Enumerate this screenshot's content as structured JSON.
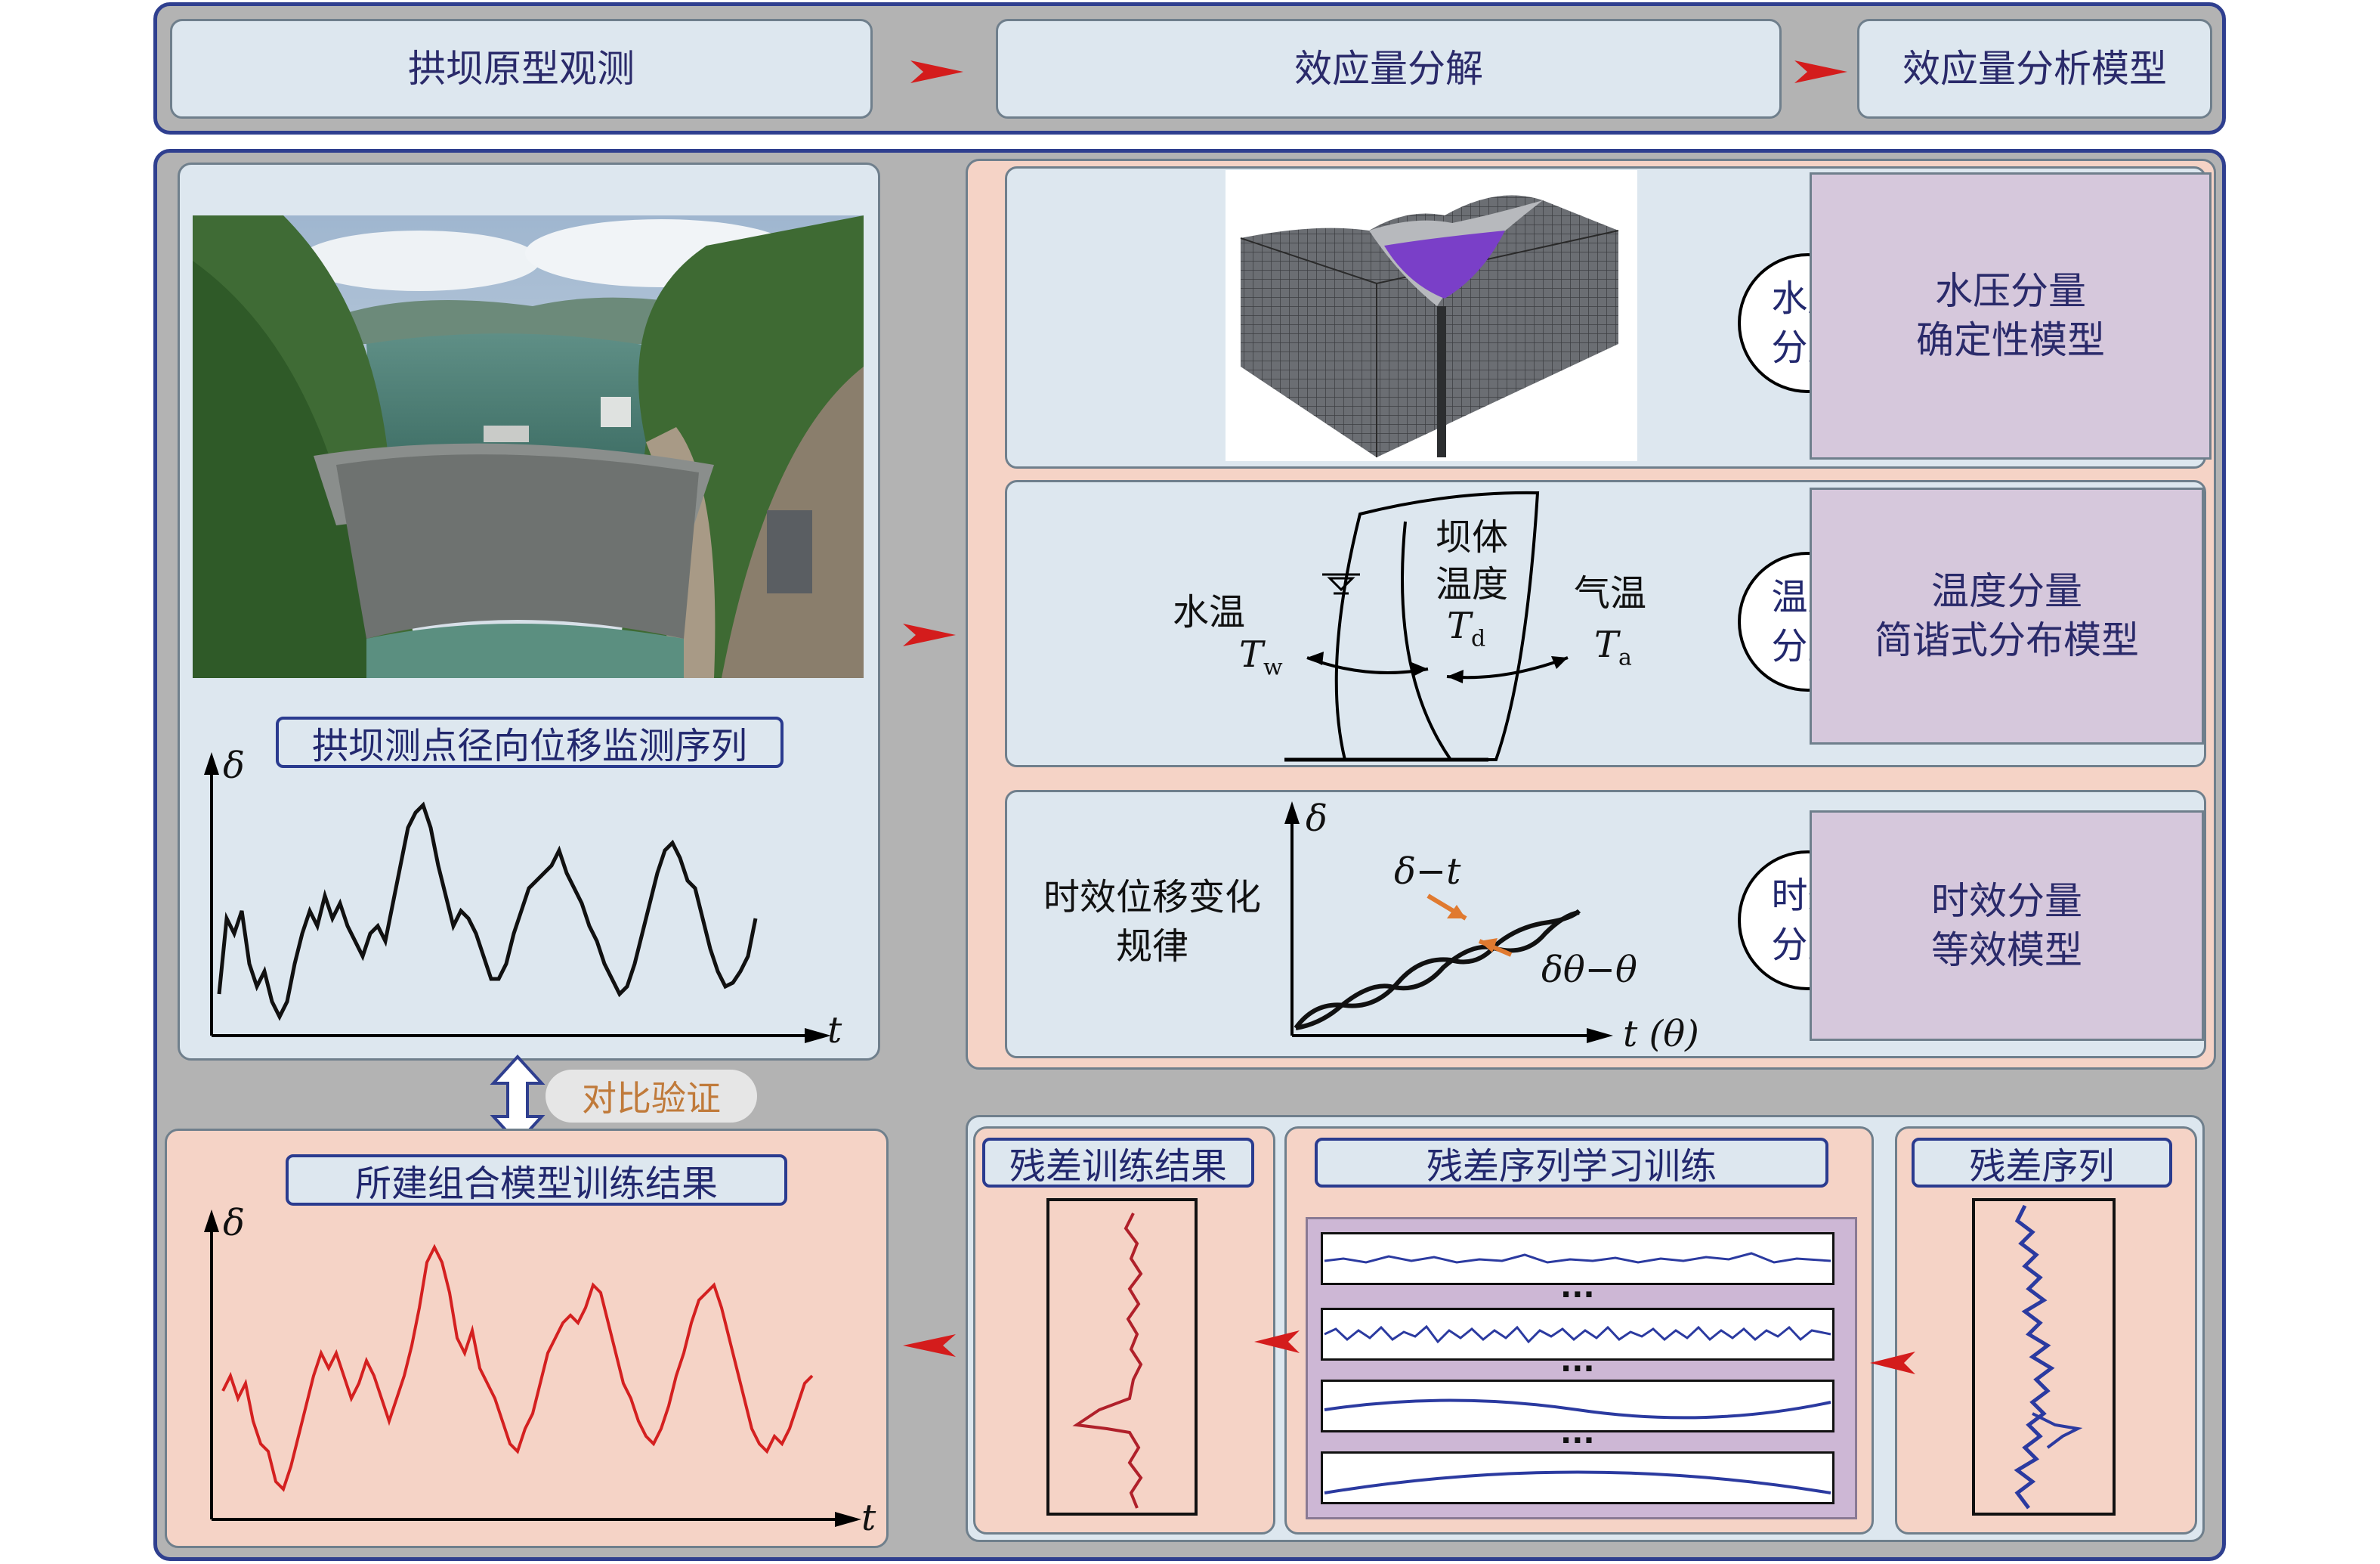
{
  "top": {
    "step1": "拱坝原型观测",
    "step2": "效应量分解",
    "step3": "效应量分析模型"
  },
  "left": {
    "series_tag": "拱坝测点径向位移监测序列",
    "y_axis": "δ",
    "x_axis": "t",
    "compare": "对比验证"
  },
  "hydro": {
    "circle": [
      "水压",
      "分量"
    ],
    "model": [
      "水压分量",
      "确定性模型"
    ]
  },
  "temp": {
    "water_temp": "水温",
    "water_sym": "T",
    "water_sub": "w",
    "dam_temp": [
      "坝体",
      "温度"
    ],
    "dam_sym": "T",
    "dam_sub": "d",
    "air_temp": "气温",
    "air_sym": "T",
    "air_sub": "a",
    "circle": [
      "温度",
      "分量"
    ],
    "model": [
      "温度分量",
      "简谐式分布模型"
    ]
  },
  "aging": {
    "label": [
      "时效位移变化",
      "规律"
    ],
    "y_axis": "δ",
    "x_axis": "t (θ)",
    "curve1": "δ−t",
    "curve2": "δθ−θ",
    "circle": [
      "时效",
      "分量"
    ],
    "model": [
      "时效分量",
      "等效模型"
    ]
  },
  "bottom": {
    "result_tag": "所建组合模型训练结果",
    "y_axis": "δ",
    "x_axis": "t",
    "residual_result": "残差训练结果",
    "learning": "残差序列学习训练",
    "residual_series": "残差序列",
    "dots": "···"
  },
  "colors": {
    "frame": "#2f3f8f",
    "light": "#dde7ef",
    "pink": "#f5d3c6",
    "purple": "#d6c8dc",
    "arrow": "#d41c1c",
    "result_line": "#d42020",
    "residual_line": "#2b3aa0"
  }
}
